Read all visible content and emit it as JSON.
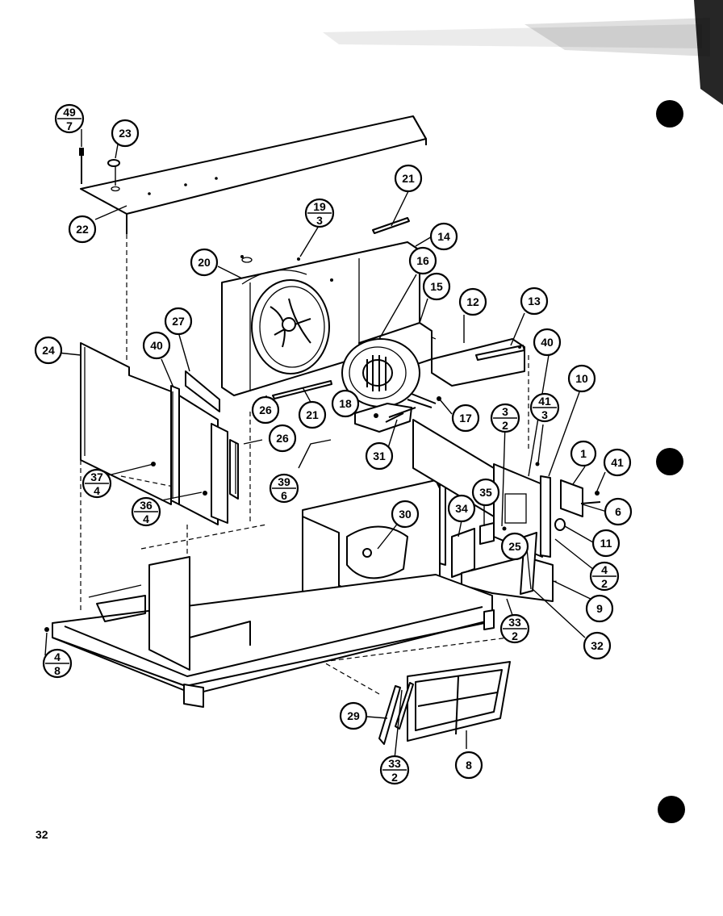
{
  "page_number": "32",
  "callouts": {
    "c1": "1",
    "c6": "6",
    "c8": "8",
    "c9": "9",
    "c10": "10",
    "c11": "11",
    "c12": "12",
    "c13": "13",
    "c14": "14",
    "c15": "15",
    "c16": "16",
    "c17": "17",
    "c18": "18",
    "c20": "20",
    "c21a": "21",
    "c21b": "21",
    "c22": "22",
    "c23": "23",
    "c24": "24",
    "c25": "25",
    "c26a": "26",
    "c26b": "26",
    "c27": "27",
    "c29": "29",
    "c30": "30",
    "c31": "31",
    "c32": "32",
    "c34": "34",
    "c35": "35",
    "c40a": "40",
    "c40b": "40",
    "c41": "41"
  },
  "fractions": {
    "f49_7": {
      "num": "49",
      "den": "7"
    },
    "f19_3": {
      "num": "19",
      "den": "3"
    },
    "f3_2": {
      "num": "3",
      "den": "2"
    },
    "f41_3": {
      "num": "41",
      "den": "3"
    },
    "f37_4": {
      "num": "37",
      "den": "4"
    },
    "f36_4": {
      "num": "36",
      "den": "4"
    },
    "f39_6": {
      "num": "39",
      "den": "6"
    },
    "f4_2": {
      "num": "4",
      "den": "2"
    },
    "f33_2a": {
      "num": "33",
      "den": "2"
    },
    "f4_8": {
      "num": "4",
      "den": "8"
    },
    "f33_2b": {
      "num": "33",
      "den": "2"
    }
  }
}
